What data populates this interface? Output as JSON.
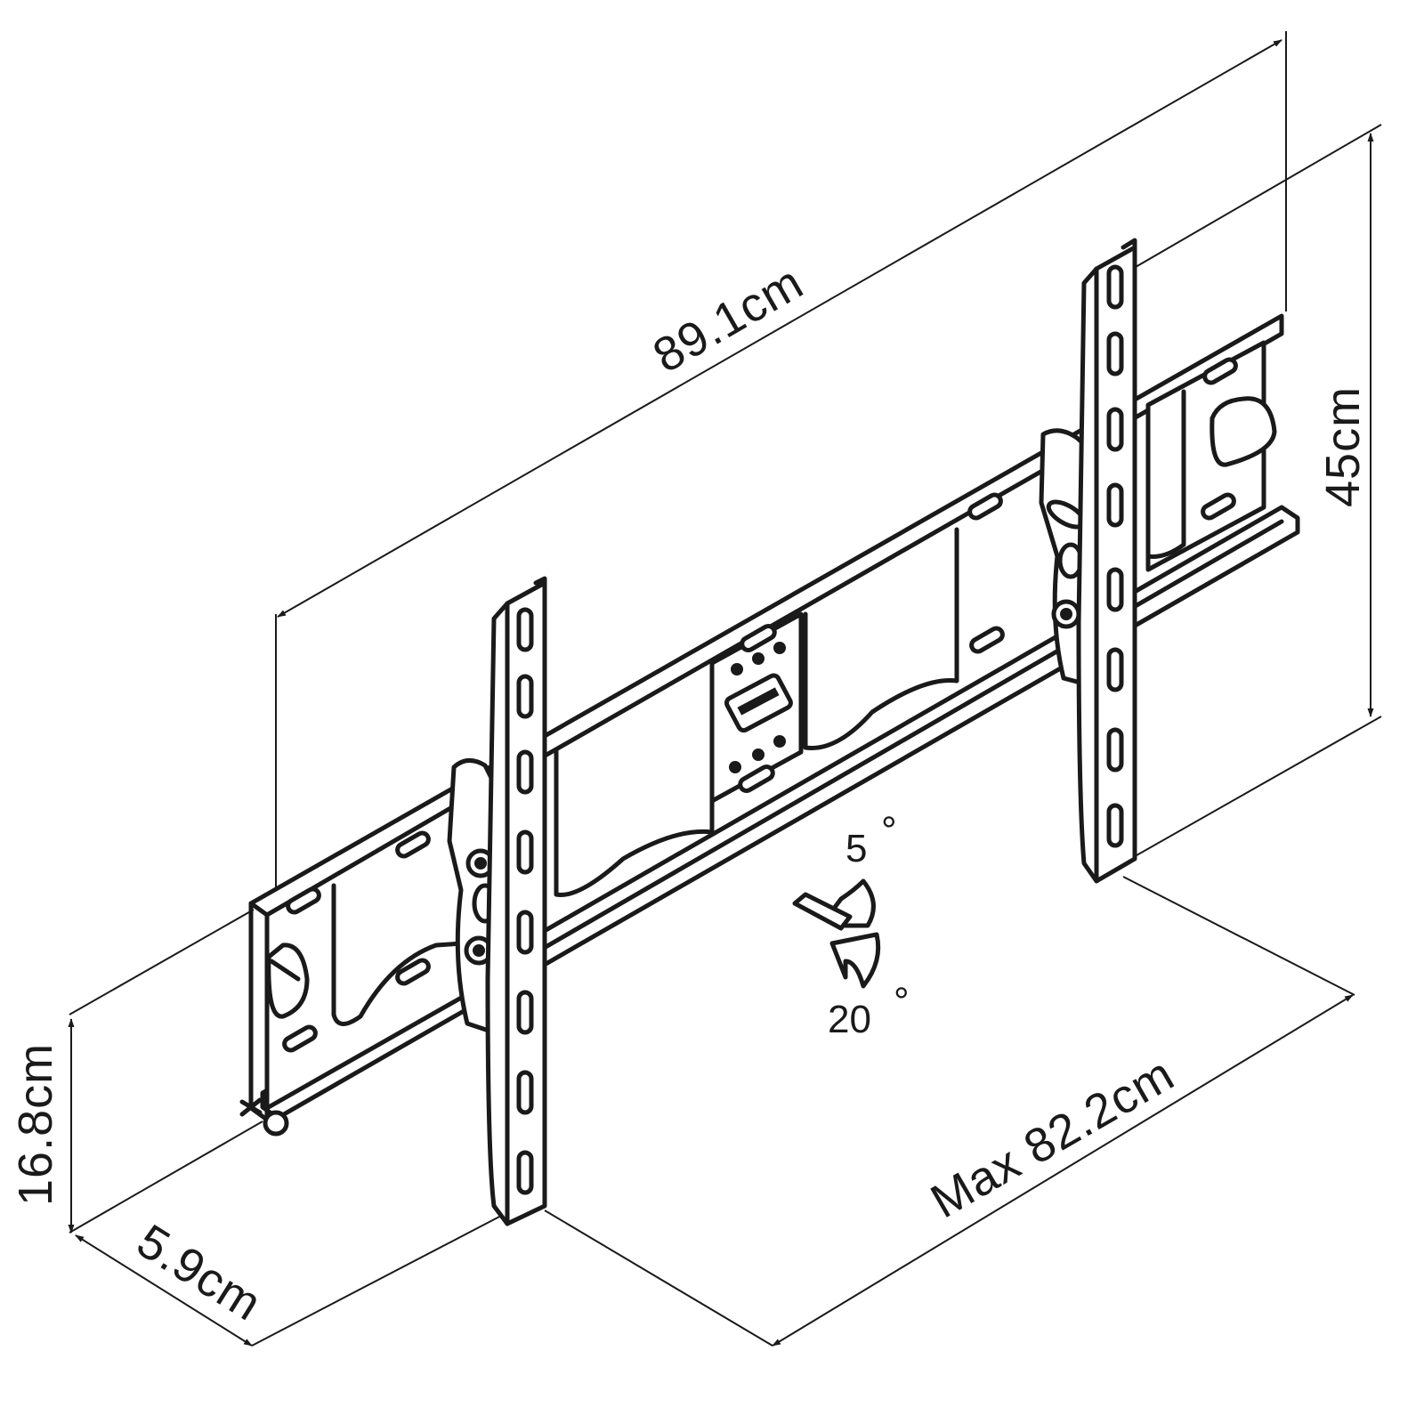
{
  "dimensions": {
    "overall_width": "89.1cm",
    "overall_height": "45cm",
    "depth": "5.9cm",
    "wall_plate_height": "16.8cm",
    "max_vesa_spacing": "Max 82.2cm"
  },
  "tilt": {
    "up": "5",
    "down": "20",
    "degree_mark": "°"
  },
  "colors": {
    "ink": "#1a1a1a",
    "background": "#ffffff"
  }
}
